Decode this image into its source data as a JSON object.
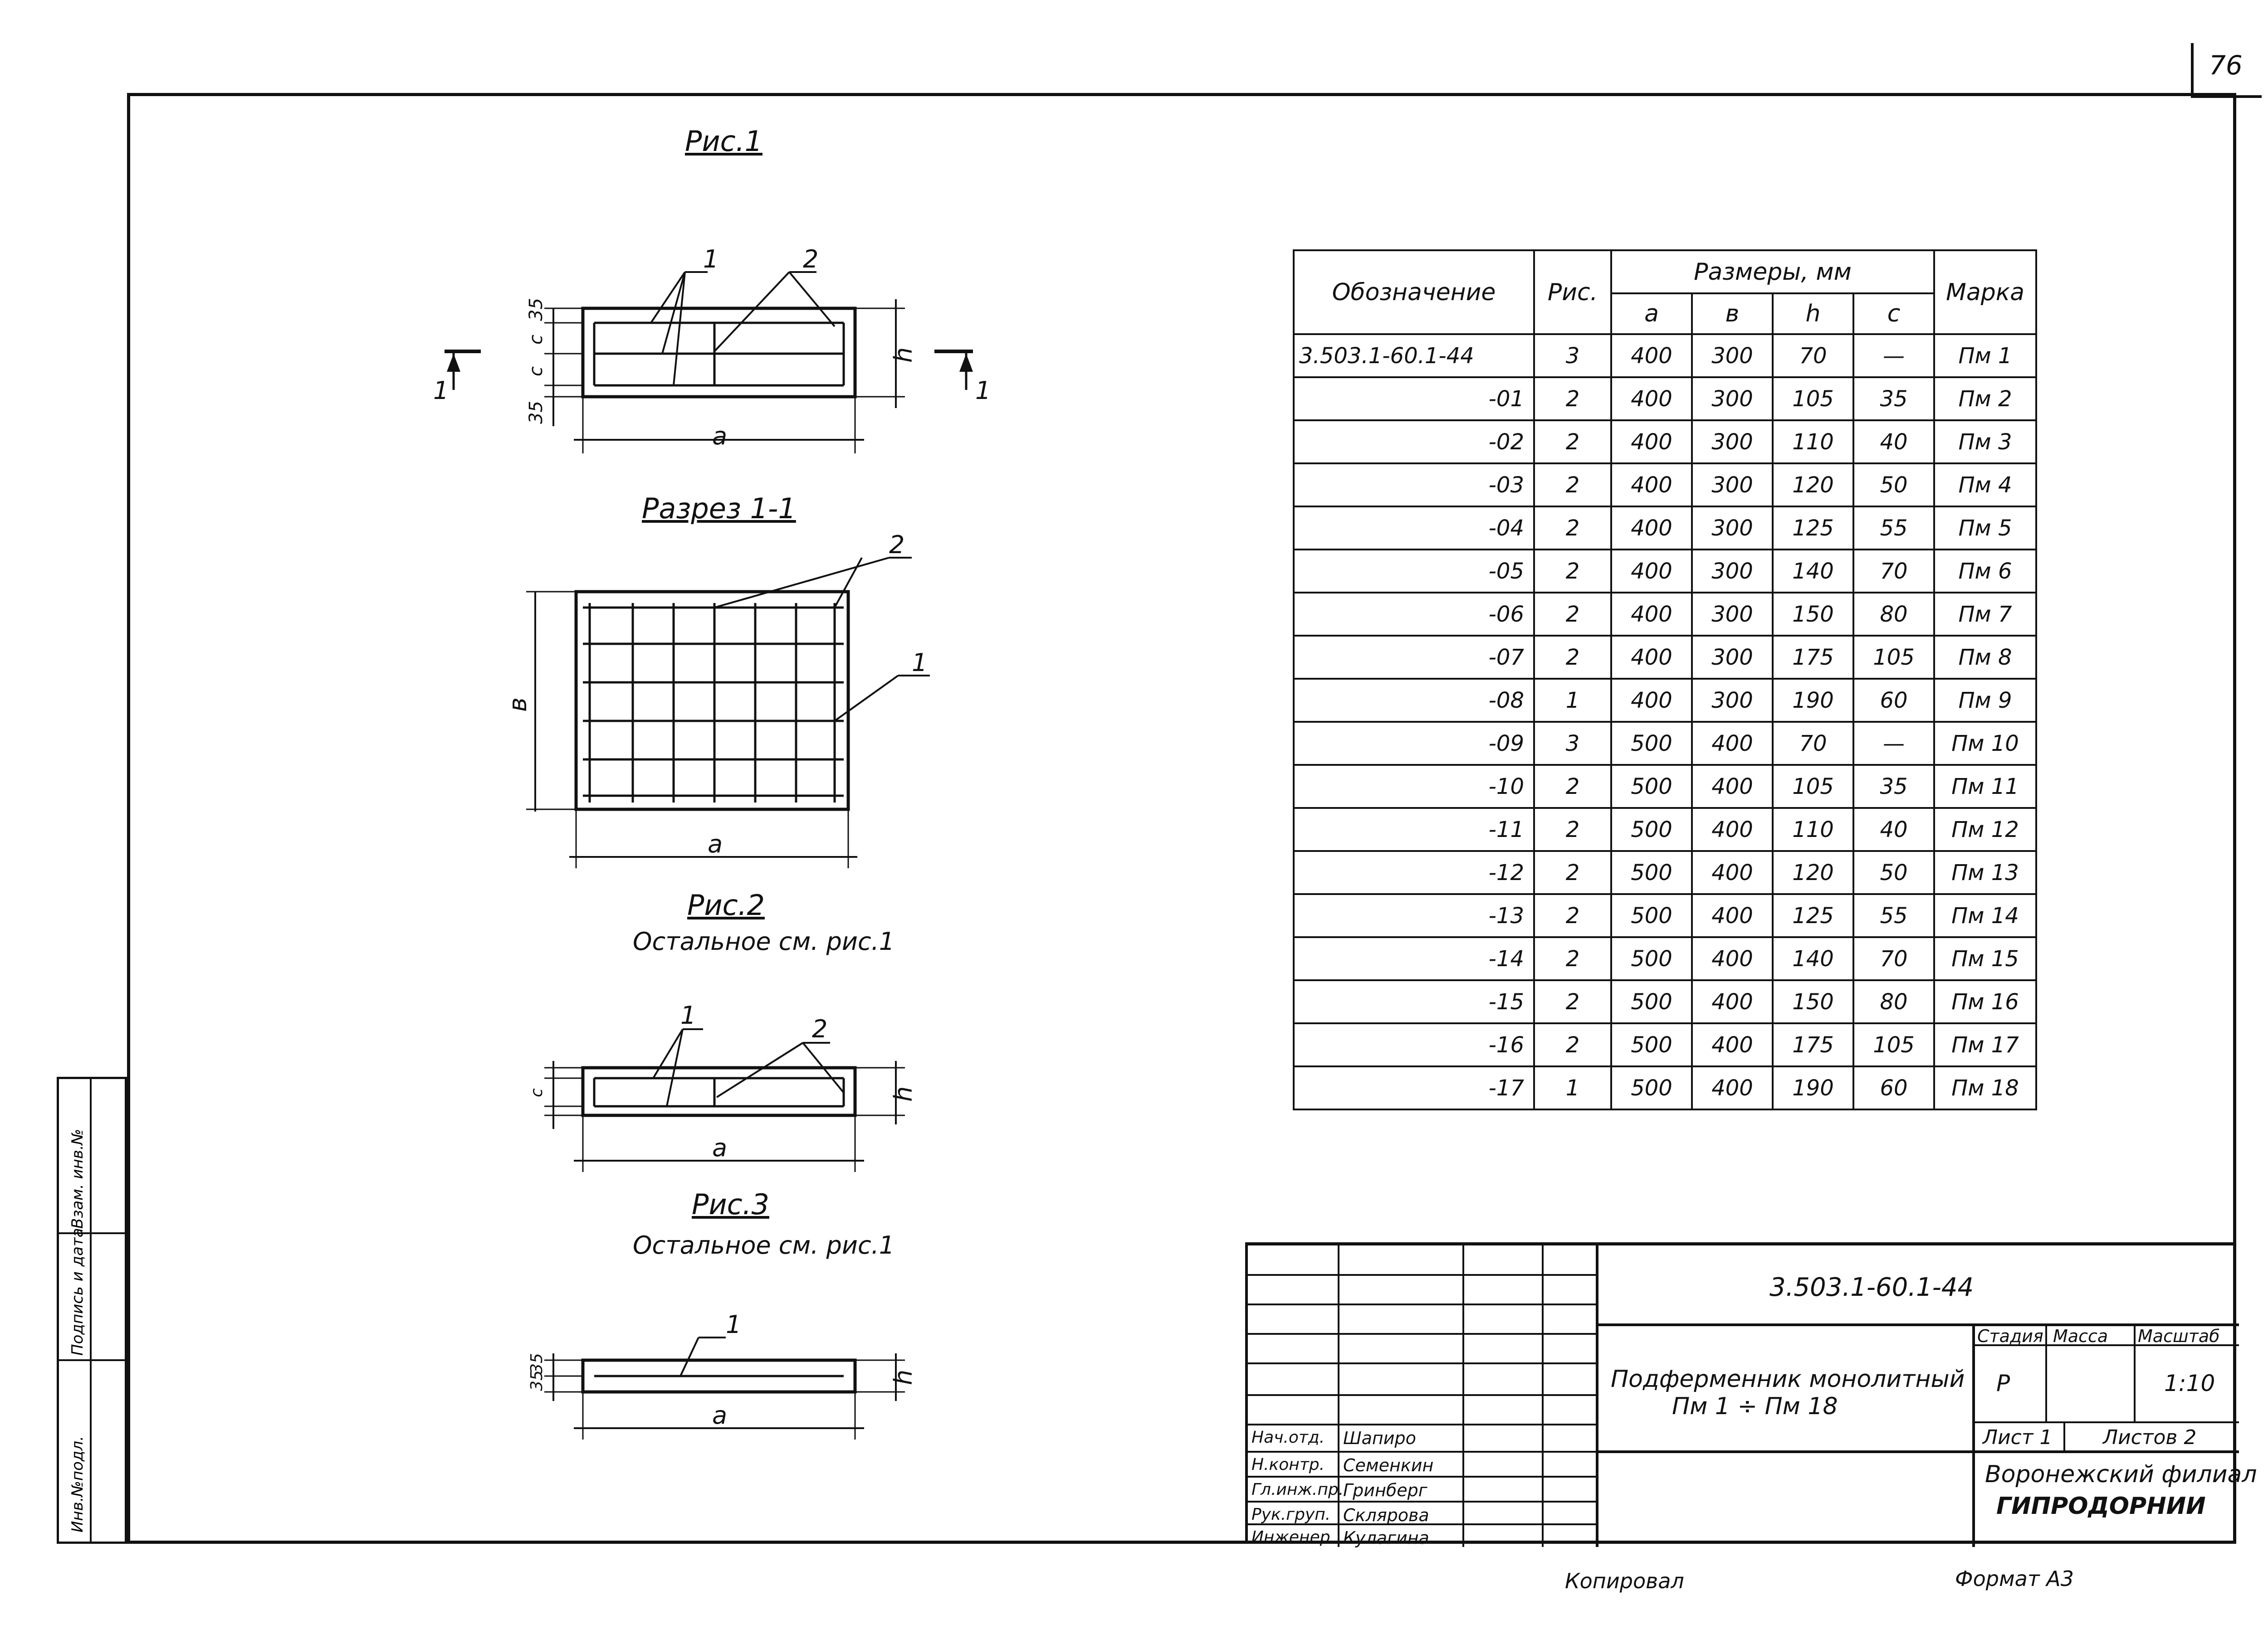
{
  "page_number": "76",
  "figures": {
    "fig1_title": "Рис.1",
    "section_title": "Разрез 1-1",
    "fig2_title": "Рис.2",
    "fig2_note": "Остальное см. рис.1",
    "fig3_title": "Рис.3",
    "fig3_note": "Остальное см. рис.1"
  },
  "drawing_labels": {
    "pos1": "1",
    "pos2": "2",
    "dim_a": "a",
    "dim_b": "в",
    "dim_h": "h",
    "dim_c": "c",
    "dim_35": "35",
    "section_mark": "1"
  },
  "table": {
    "headers": {
      "designation": "Обозначение",
      "fig": "Рис.",
      "sizes": "Размеры, мм",
      "a": "a",
      "b": "в",
      "h": "h",
      "c": "c",
      "mark": "Марка"
    },
    "rows": [
      {
        "d": "3.503.1-60.1-44",
        "f": "3",
        "a": "400",
        "b": "300",
        "h": "70",
        "c": "—",
        "m": "Пм 1"
      },
      {
        "d": "-01",
        "f": "2",
        "a": "400",
        "b": "300",
        "h": "105",
        "c": "35",
        "m": "Пм 2"
      },
      {
        "d": "-02",
        "f": "2",
        "a": "400",
        "b": "300",
        "h": "110",
        "c": "40",
        "m": "Пм 3"
      },
      {
        "d": "-03",
        "f": "2",
        "a": "400",
        "b": "300",
        "h": "120",
        "c": "50",
        "m": "Пм 4"
      },
      {
        "d": "-04",
        "f": "2",
        "a": "400",
        "b": "300",
        "h": "125",
        "c": "55",
        "m": "Пм 5"
      },
      {
        "d": "-05",
        "f": "2",
        "a": "400",
        "b": "300",
        "h": "140",
        "c": "70",
        "m": "Пм 6"
      },
      {
        "d": "-06",
        "f": "2",
        "a": "400",
        "b": "300",
        "h": "150",
        "c": "80",
        "m": "Пм 7"
      },
      {
        "d": "-07",
        "f": "2",
        "a": "400",
        "b": "300",
        "h": "175",
        "c": "105",
        "m": "Пм 8"
      },
      {
        "d": "-08",
        "f": "1",
        "a": "400",
        "b": "300",
        "h": "190",
        "c": "60",
        "m": "Пм 9"
      },
      {
        "d": "-09",
        "f": "3",
        "a": "500",
        "b": "400",
        "h": "70",
        "c": "—",
        "m": "Пм 10"
      },
      {
        "d": "-10",
        "f": "2",
        "a": "500",
        "b": "400",
        "h": "105",
        "c": "35",
        "m": "Пм 11"
      },
      {
        "d": "-11",
        "f": "2",
        "a": "500",
        "b": "400",
        "h": "110",
        "c": "40",
        "m": "Пм 12"
      },
      {
        "d": "-12",
        "f": "2",
        "a": "500",
        "b": "400",
        "h": "120",
        "c": "50",
        "m": "Пм 13"
      },
      {
        "d": "-13",
        "f": "2",
        "a": "500",
        "b": "400",
        "h": "125",
        "c": "55",
        "m": "Пм 14"
      },
      {
        "d": "-14",
        "f": "2",
        "a": "500",
        "b": "400",
        "h": "140",
        "c": "70",
        "m": "Пм 15"
      },
      {
        "d": "-15",
        "f": "2",
        "a": "500",
        "b": "400",
        "h": "150",
        "c": "80",
        "m": "Пм 16"
      },
      {
        "d": "-16",
        "f": "2",
        "a": "500",
        "b": "400",
        "h": "175",
        "c": "105",
        "m": "Пм 17"
      },
      {
        "d": "-17",
        "f": "1",
        "a": "500",
        "b": "400",
        "h": "190",
        "c": "60",
        "m": "Пм 18"
      }
    ]
  },
  "title_block": {
    "doc_code": "3.503.1-60.1-44",
    "name_line1": "Подферменник монолитный",
    "name_line2": "Пм 1 ÷ Пм 18",
    "stage_label": "Стадия",
    "mass_label": "Масса",
    "scale_label": "Масштаб",
    "stage": "Р",
    "scale": "1:10",
    "sheet": "Лист 1",
    "sheets": "Листов 2",
    "org_line1": "Воронежский филиал",
    "org_line2": "ГИПРОДОРНИИ",
    "signers": [
      {
        "role": "Нач.отд.",
        "name": "Шапиро"
      },
      {
        "role": "Н.контр.",
        "name": "Семенкин"
      },
      {
        "role": "Гл.инж.пр.",
        "name": "Гринберг"
      },
      {
        "role": "Рук.груп.",
        "name": "Склярова"
      },
      {
        "role": "Инженер",
        "name": "Кулагина"
      }
    ]
  },
  "footer": {
    "copied": "Копировал",
    "format": "Формат А3"
  },
  "sidebar": {
    "inv_orig": "Инв.№подл.",
    "sign_date": "Подпись и дата",
    "inv_dup": "Взам. инв.№"
  }
}
